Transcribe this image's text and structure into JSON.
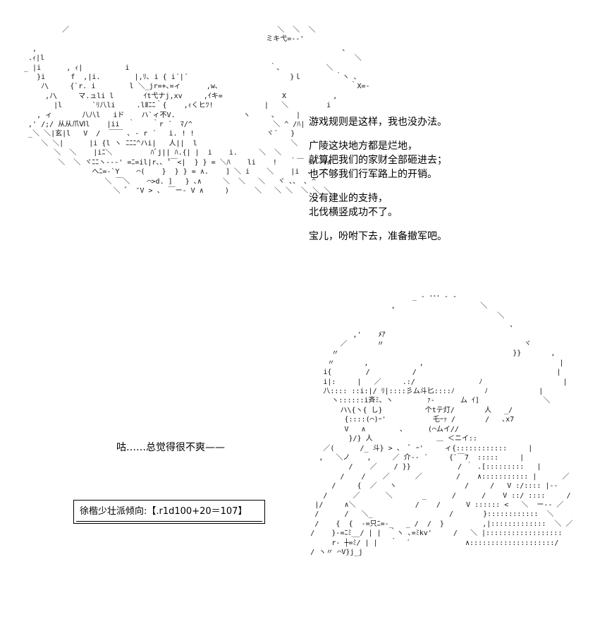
{
  "speech_top": {
    "paragraph1": [
      "游戏规则是这样，我也没办法。"
    ],
    "paragraph2": [
      "广陵这块地方都是烂地，",
      "就算把我们的家财全部砸进去；",
      "也不够我们行军路上的开销。"
    ],
    "paragraph3": [
      "没有建业的支持，",
      "北伐横竖成功不了。"
    ],
    "paragraph4": [
      "宝儿，吩咐下去，准备撤军吧。"
    ]
  },
  "speech_bottom": "咕……总觉得很不爽——",
  "dice_label": "徐楷少壮派倾向:【.r1d100+20＝107】"
}
